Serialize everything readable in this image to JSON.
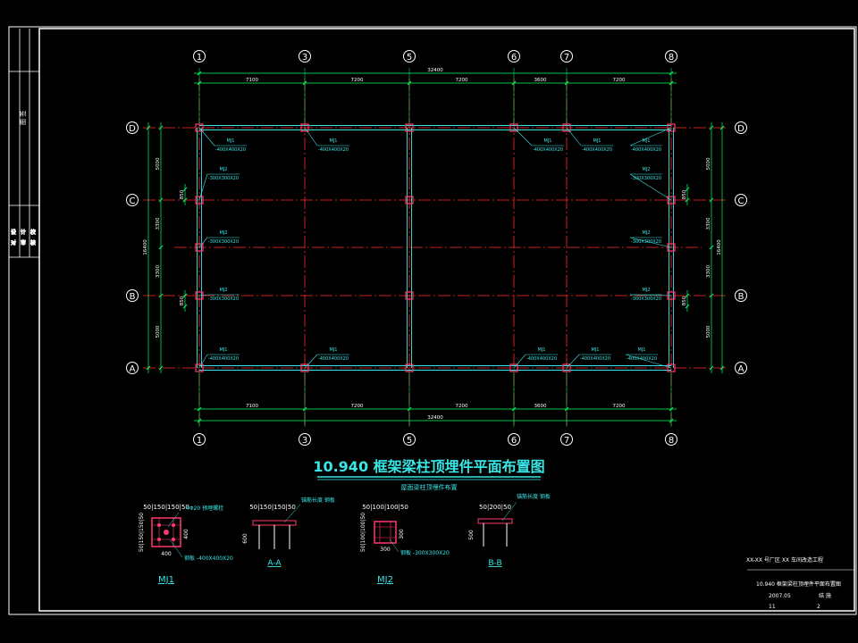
{
  "grid": {
    "x_labels": [
      "1",
      "3",
      "5",
      "6",
      "7",
      "8"
    ],
    "y_labels": [
      "D",
      "C",
      "B",
      "A"
    ]
  },
  "dims": {
    "top_overall": "32400",
    "top_spans": [
      "7100",
      "7200",
      "7200",
      "3600",
      "7200"
    ],
    "bottom_overall": "32400",
    "bottom_spans": [
      "7100",
      "7200",
      "7200",
      "3600",
      "7200"
    ],
    "left_overall": "16400",
    "left_spans": [
      "5000",
      "3300",
      "3300",
      "5000"
    ],
    "right_overall": "16400",
    "right_spans": [
      "5000",
      "3300",
      "3300",
      "5000"
    ],
    "offset": "850"
  },
  "embeds": {
    "mj1": "MJ1",
    "mj1_spec": "-400X400X20",
    "mj2": "MJ2",
    "mj2_spec": "-300X300X20"
  },
  "title": {
    "main": "10.940 框架梁柱顶埋件平面布置图",
    "sub": "屋面梁柱顶埋件布置"
  },
  "details": {
    "mj1_label": "MJ1",
    "mj1_top_dims": "50|150|150|50",
    "mj1_side_dims": "50|150|150|50",
    "mj1_width": "400",
    "mj1_height": "400",
    "mj1_note_top": "4Φ20 预埋螺栓",
    "mj1_note_bottom": "钢板 -400X400X20",
    "aa_label": "A-A",
    "aa_top_dims": "50|150|150|50",
    "aa_note": "锚筋长度 钢板",
    "aa_depth": "600",
    "mj2_label": "MJ2",
    "mj2_top_dims": "50|100|100|50",
    "mj2_side_dims": "50|100|100|50",
    "mj2_width": "300",
    "mj2_height": "300",
    "mj2_note_bottom": "钢板 -300X300X20",
    "bb_label": "B-B",
    "bb_top_dims": "50|200|50",
    "bb_note": "锚筋长度 钢板",
    "bb_depth": "500"
  },
  "title_block": {
    "project": "XX-XX 号厂区 XX 车间改造工程",
    "drawing": "10.940 框架梁柱顶埋件平面布置图",
    "date": "2007.05",
    "stage": "结 施",
    "sheet": "11",
    "total": "2"
  },
  "sidebar": {
    "top_label": "图 签",
    "labels": [
      "设",
      "计",
      "校",
      "对",
      "审",
      "核"
    ]
  },
  "colors": {
    "background": "#000000",
    "frame": "#ffffff",
    "grid_axis": "#ff2a2a",
    "beam": "#39e6e6",
    "dimension": "#00ff66",
    "text": "#39e6e6",
    "column": "#ff3b6b",
    "detail": "#ff3b6b"
  }
}
